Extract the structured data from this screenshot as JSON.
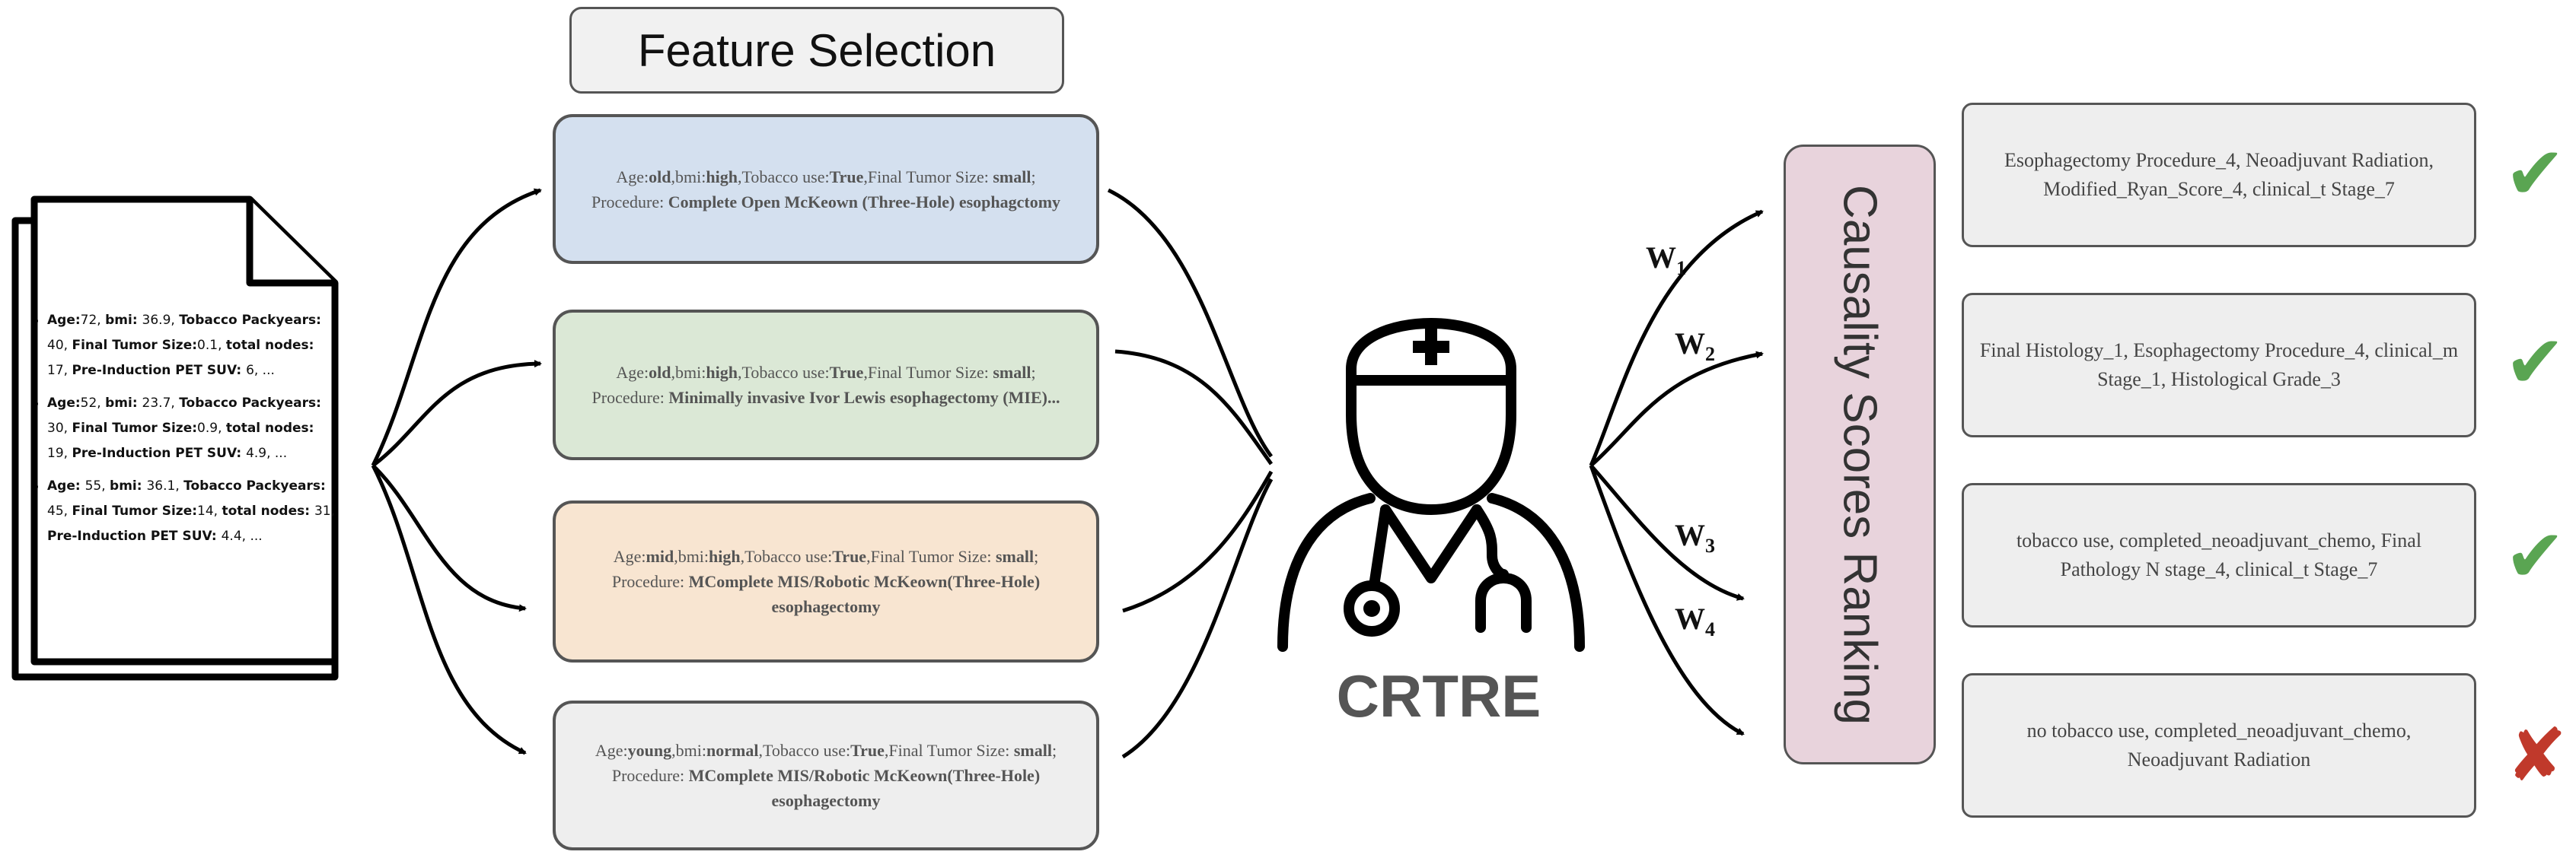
{
  "title": "Feature Selection",
  "documents": [
    {
      "parts": [
        [
          "b",
          "Age:"
        ],
        [
          "n",
          "72, "
        ],
        [
          "b",
          "bmi: "
        ],
        [
          "n",
          "36.9, "
        ],
        [
          "b",
          "Tobacco Packyears: "
        ],
        [
          "n",
          "40, "
        ],
        [
          "b",
          "Final Tumor Size:"
        ],
        [
          "n",
          "0.1, "
        ],
        [
          "b",
          "total nodes: "
        ],
        [
          "n",
          "17, "
        ],
        [
          "b",
          "Pre-Induction PET SUV: "
        ],
        [
          "n",
          "6, ..."
        ]
      ]
    },
    {
      "parts": [
        [
          "b",
          "Age:"
        ],
        [
          "n",
          "52, "
        ],
        [
          "b",
          "bmi: "
        ],
        [
          "n",
          "23.7, "
        ],
        [
          "b",
          "Tobacco Packyears: "
        ],
        [
          "n",
          "30, "
        ],
        [
          "b",
          "Final Tumor Size:"
        ],
        [
          "n",
          "0.9, "
        ],
        [
          "b",
          "total nodes: "
        ],
        [
          "n",
          "19, "
        ],
        [
          "b",
          "Pre-Induction PET SUV: "
        ],
        [
          "n",
          "4.9, ..."
        ]
      ]
    },
    {
      "parts": [
        [
          "b",
          "Age: "
        ],
        [
          "n",
          "55, "
        ],
        [
          "b",
          "bmi: "
        ],
        [
          "n",
          "36.1, "
        ],
        [
          "b",
          "Tobacco Packyears: "
        ],
        [
          "n",
          "45, "
        ],
        [
          "b",
          "Final Tumor Size:"
        ],
        [
          "n",
          "14, "
        ],
        [
          "b",
          "total nodes: "
        ],
        [
          "n",
          "31, "
        ],
        [
          "b",
          "Pre-Induction PET SUV: "
        ],
        [
          "n",
          "4.4, ..."
        ]
      ]
    }
  ],
  "features": [
    {
      "color": "#d4e0ef",
      "parts": [
        [
          "n",
          "Age:"
        ],
        [
          "b",
          "old"
        ],
        [
          "n",
          ",bmi:"
        ],
        [
          "b",
          "high"
        ],
        [
          "n",
          ",Tobacco use:"
        ],
        [
          "b",
          "True"
        ],
        [
          "n",
          ",Final Tumor Size: "
        ],
        [
          "b",
          "small"
        ],
        [
          "n",
          "; Procedure: "
        ],
        [
          "b",
          "Complete Open McKeown (Three-Hole) esophagctomy"
        ]
      ]
    },
    {
      "color": "#dbe8d6",
      "parts": [
        [
          "n",
          "Age:"
        ],
        [
          "b",
          "old"
        ],
        [
          "n",
          ",bmi:"
        ],
        [
          "b",
          "high"
        ],
        [
          "n",
          ",Tobacco use:"
        ],
        [
          "b",
          "True"
        ],
        [
          "n",
          ",Final Tumor Size: "
        ],
        [
          "b",
          "small"
        ],
        [
          "n",
          "; Procedure: "
        ],
        [
          "b",
          "Minimally invasive Ivor Lewis esophagectomy (MIE)..."
        ]
      ]
    },
    {
      "color": "#f8e5d1",
      "parts": [
        [
          "n",
          "Age:"
        ],
        [
          "b",
          "mid"
        ],
        [
          "n",
          ",bmi:"
        ],
        [
          "b",
          "high"
        ],
        [
          "n",
          ",Tobacco use:"
        ],
        [
          "b",
          "True"
        ],
        [
          "n",
          ",Final Tumor Size: "
        ],
        [
          "b",
          "small"
        ],
        [
          "n",
          "; Procedure: "
        ],
        [
          "b",
          "MComplete MIS/Robotic McKeown(Three-Hole) esophagectomy"
        ]
      ]
    },
    {
      "color": "#eeeeee",
      "parts": [
        [
          "n",
          "Age:"
        ],
        [
          "b",
          "young"
        ],
        [
          "n",
          ",bmi:"
        ],
        [
          "b",
          "normal"
        ],
        [
          "n",
          ",Tobacco use:"
        ],
        [
          "b",
          "True"
        ],
        [
          "n",
          ",Final Tumor Size: "
        ],
        [
          "b",
          "small"
        ],
        [
          "n",
          "; Procedure: "
        ],
        [
          "b",
          "MComplete MIS/Robotic McKeown(Three-Hole) esophagectomy"
        ]
      ]
    }
  ],
  "model_label": "CRTRE",
  "ranking_label": "Causality Scores Ranking",
  "weights": [
    {
      "letter": "W",
      "sub": "1"
    },
    {
      "letter": "W",
      "sub": "2"
    },
    {
      "letter": "W",
      "sub": "3"
    },
    {
      "letter": "W",
      "sub": "4"
    }
  ],
  "results": [
    {
      "text": "Esophagectomy Procedure_4, Neoadjuvant Radiation, Modified_Ryan_Score_4, clinical_t Stage_7",
      "mark": "check-icon",
      "symbol": "✔",
      "color": "#5aa552"
    },
    {
      "text": "Final Histology_1, Esophagectomy Procedure_4, clinical_m Stage_1, Histological Grade_3",
      "mark": "check-icon",
      "symbol": "✔",
      "color": "#5aa552"
    },
    {
      "text": "tobacco use, completed_neoadjuvant_chemo, Final Pathology N stage_4, clinical_t Stage_7",
      "mark": "check-icon",
      "symbol": "✔",
      "color": "#5aa552"
    },
    {
      "text": "no tobacco use, completed_neoadjuvant_chemo, Neoadjuvant Radiation",
      "mark": "cross-icon",
      "symbol": "✘",
      "color": "#c0392b"
    }
  ]
}
